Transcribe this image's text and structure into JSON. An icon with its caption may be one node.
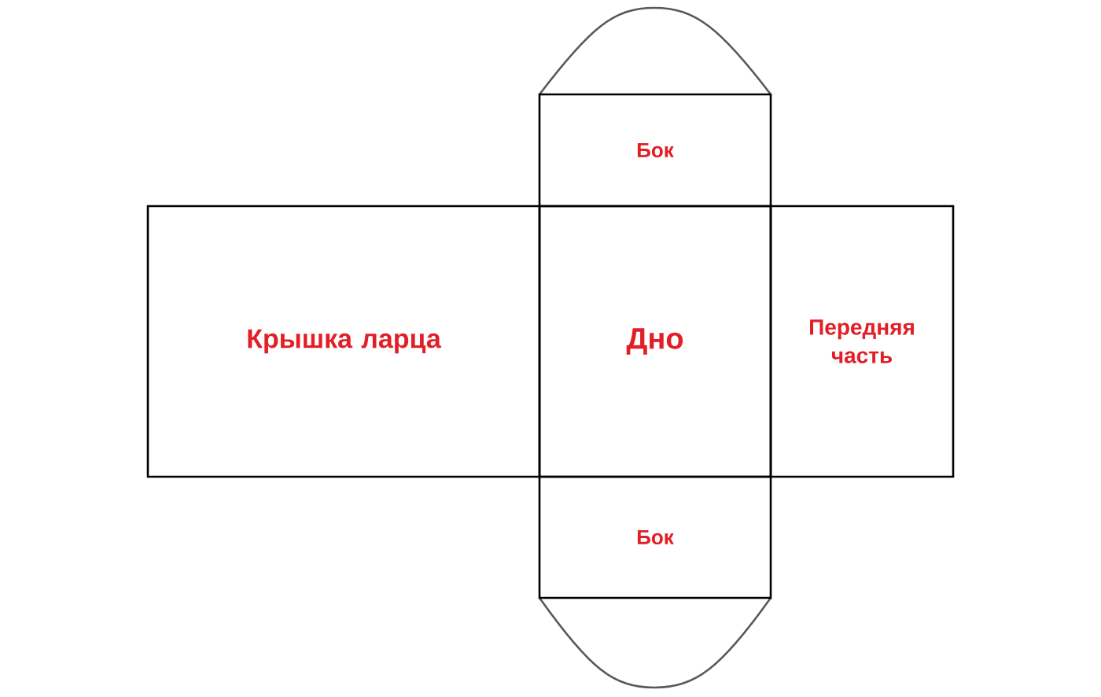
{
  "diagram": {
    "nodes": [
      {
        "text": [
          "Бок"
        ]
      },
      {
        "text": [
          "Крышка ларца"
        ]
      },
      {
        "text": [
          "Дно"
        ]
      },
      {
        "text": [
          "Передняя часть"
        ]
      },
      {
        "text": [
          "Бок"
        ]
      }
    ]
  }
}
